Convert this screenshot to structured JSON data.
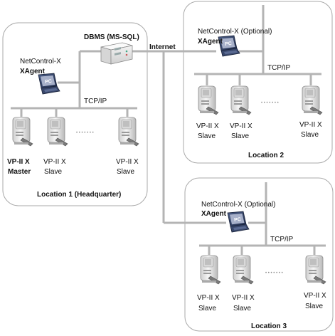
{
  "diagram": {
    "internet_label": "Internet",
    "dbms_label": "DBMS (MS-SQL)",
    "location1": {
      "title": "Location 1 (Headquarter)",
      "netcontrol_label": "NetControl-X",
      "xagent_label": "XAgent",
      "tcpip_label": "TCP/IP",
      "ellipsis": "• • • • • • •",
      "devices": [
        {
          "name": "VP-II X",
          "role": "Master",
          "bold": true
        },
        {
          "name": "VP-II X",
          "role": "Slave",
          "bold": false
        },
        {
          "name": "VP-II X",
          "role": "Slave",
          "bold": false
        }
      ]
    },
    "location2": {
      "title": "Location 2",
      "netcontrol_label": "NetControl-X (Optional)",
      "xagent_label": "XAgent",
      "tcpip_label": "TCP/IP",
      "ellipsis": "• • • • • • •",
      "devices": [
        {
          "name": "VP-II X",
          "role": "Slave"
        },
        {
          "name": "VP-II X",
          "role": "Slave"
        },
        {
          "name": "VP-II X",
          "role": "Slave"
        }
      ]
    },
    "location3": {
      "title": "Location 3",
      "netcontrol_label": "NetControl-X (Optional)",
      "xagent_label": "XAgent",
      "tcpip_label": "TCP/IP",
      "ellipsis": "• • • • • • •",
      "devices": [
        {
          "name": "VP-II X",
          "role": "Slave"
        },
        {
          "name": "VP-II X",
          "role": "Slave"
        },
        {
          "name": "VP-II X",
          "role": "Slave"
        }
      ]
    },
    "laptop_screen_text": "PC",
    "colors": {
      "line": "#b4b4b4",
      "box_border": "#a9a9a9",
      "laptop_body": "#2e3f66",
      "laptop_screen": "#9fa8c2",
      "device_body": "#e9e9e9"
    }
  }
}
